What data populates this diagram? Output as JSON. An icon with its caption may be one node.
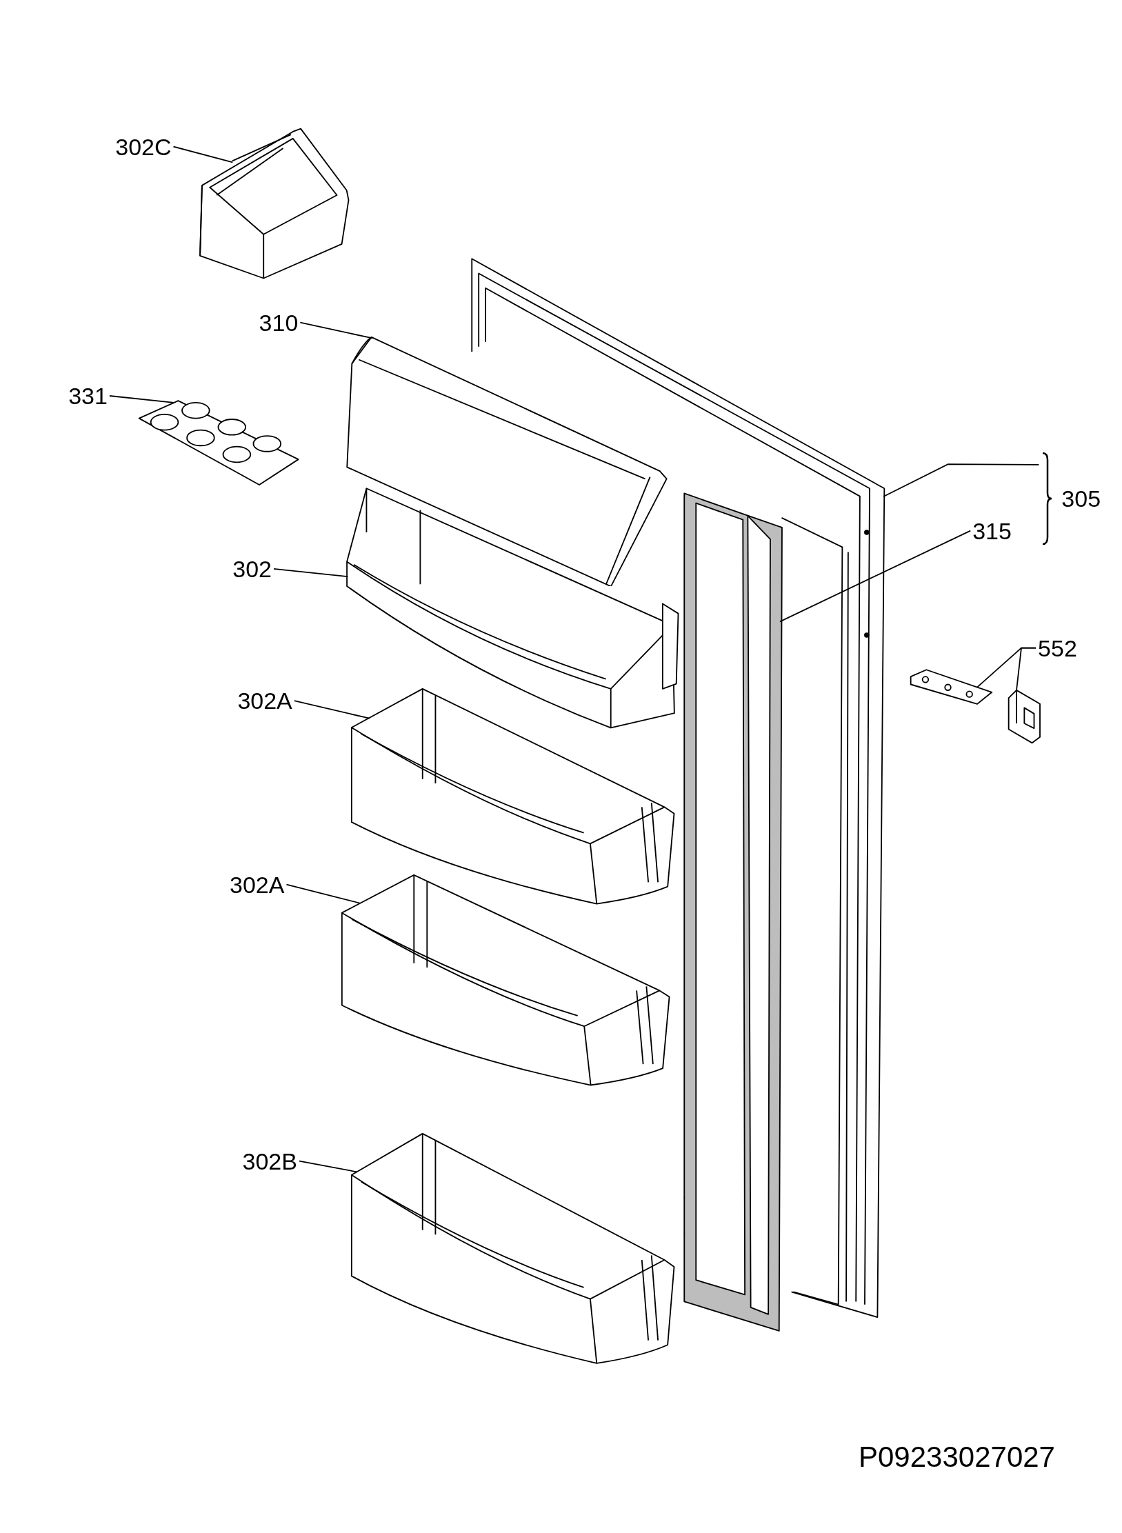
{
  "diagram": {
    "nodes": [
      {
        "text": [
          "302C"
        ]
      },
      {
        "text": [],
        "shape": "picture"
      },
      {
        "text": [
          "310"
        ]
      },
      {
        "text": [],
        "shape": "picture"
      },
      {
        "text": [
          "331"
        ]
      },
      {
        "text": [],
        "shape": "picture"
      },
      {
        "text": [
          "305"
        ]
      },
      {
        "text": [],
        "shape": "picture"
      },
      {
        "text": [
          "315"
        ]
      },
      {
        "text": [],
        "shape": "picture",
        "in": 7
      },
      {
        "text": [
          "302"
        ]
      },
      {
        "text": [],
        "shape": "picture"
      },
      {
        "text": [
          "552"
        ]
      },
      {
        "text": [],
        "shape": "picture"
      },
      {
        "text": [],
        "shape": "picture"
      },
      {
        "text": [
          "302A"
        ]
      },
      {
        "text": [],
        "shape": "picture"
      },
      {
        "text": [
          "302A"
        ]
      },
      {
        "text": [],
        "shape": "picture"
      },
      {
        "text": [
          "302B"
        ]
      },
      {
        "text": [],
        "shape": "picture"
      }
    ],
    "edges": [
      {
        "from": 0,
        "to": 1,
        "arrow": "none"
      },
      {
        "from": 2,
        "to": 3,
        "arrow": "none"
      },
      {
        "from": 4,
        "to": 5,
        "arrow": "none"
      },
      {
        "from": 6,
        "to": 7,
        "arrow": "none"
      },
      {
        "from": 8,
        "to": 9,
        "arrow": "none"
      },
      {
        "from": 10,
        "to": 11,
        "arrow": "none"
      },
      {
        "from": 12,
        "to": 13,
        "arrow": "none"
      },
      {
        "from": 12,
        "to": 14,
        "arrow": "none"
      },
      {
        "from": 15,
        "to": 16,
        "arrow": "none"
      },
      {
        "from": 17,
        "to": 18,
        "arrow": "none"
      },
      {
        "from": 19,
        "to": 20,
        "arrow": "none"
      }
    ],
    "labels": [
      "P09233027027"
    ]
  }
}
